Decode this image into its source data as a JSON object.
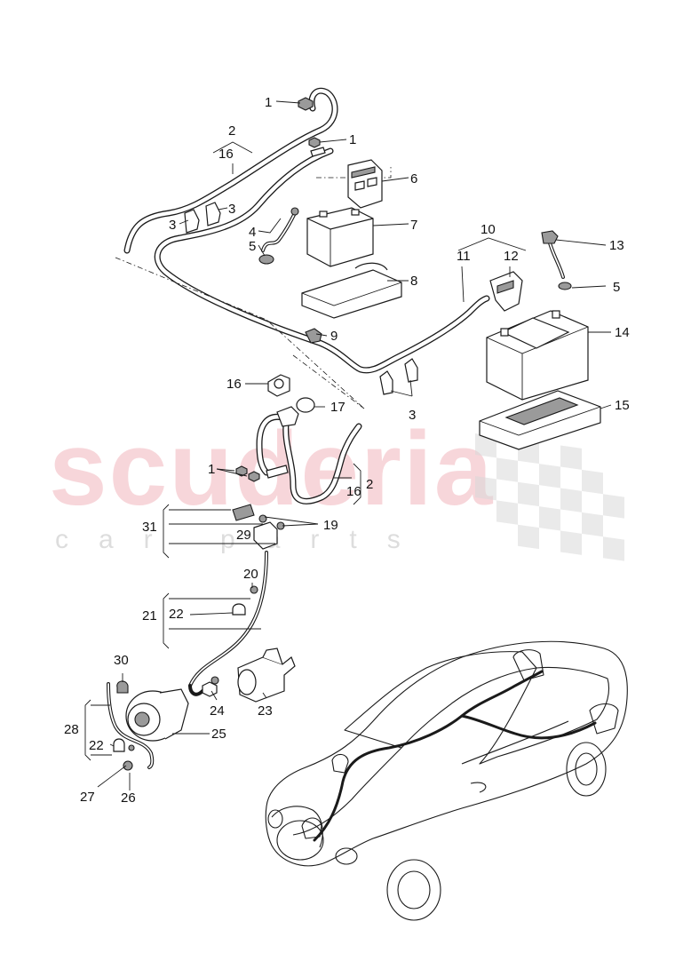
{
  "watermark": {
    "brand": "scuderia",
    "tagline": "car parts"
  },
  "callouts": [
    {
      "id": "c1a",
      "label": "1"
    },
    {
      "id": "c1b",
      "label": "1"
    },
    {
      "id": "c2a",
      "label": "2"
    },
    {
      "id": "c16a",
      "label": "16"
    },
    {
      "id": "c3a",
      "label": "3"
    },
    {
      "id": "c3b",
      "label": "3"
    },
    {
      "id": "c4",
      "label": "4"
    },
    {
      "id": "c5a",
      "label": "5"
    },
    {
      "id": "c6",
      "label": "6"
    },
    {
      "id": "c7",
      "label": "7"
    },
    {
      "id": "c8",
      "label": "8"
    },
    {
      "id": "c9",
      "label": "9"
    },
    {
      "id": "c10",
      "label": "10"
    },
    {
      "id": "c11",
      "label": "11"
    },
    {
      "id": "c12",
      "label": "12"
    },
    {
      "id": "c13",
      "label": "13"
    },
    {
      "id": "c5b",
      "label": "5"
    },
    {
      "id": "c14",
      "label": "14"
    },
    {
      "id": "c15",
      "label": "15"
    },
    {
      "id": "c3c",
      "label": "3"
    },
    {
      "id": "c16b",
      "label": "16"
    },
    {
      "id": "c17",
      "label": "17"
    },
    {
      "id": "c1c",
      "label": "1"
    },
    {
      "id": "c16c",
      "label": "16"
    },
    {
      "id": "c2b",
      "label": "2"
    },
    {
      "id": "c31",
      "label": "31"
    },
    {
      "id": "c19",
      "label": "19"
    },
    {
      "id": "c29",
      "label": "29"
    },
    {
      "id": "c20",
      "label": "20"
    },
    {
      "id": "c21",
      "label": "21"
    },
    {
      "id": "c22a",
      "label": "22"
    },
    {
      "id": "c30",
      "label": "30"
    },
    {
      "id": "c24",
      "label": "24"
    },
    {
      "id": "c23",
      "label": "23"
    },
    {
      "id": "c28",
      "label": "28"
    },
    {
      "id": "c25",
      "label": "25"
    },
    {
      "id": "c22b",
      "label": "22"
    },
    {
      "id": "c27",
      "label": "27"
    },
    {
      "id": "c26",
      "label": "26"
    }
  ]
}
